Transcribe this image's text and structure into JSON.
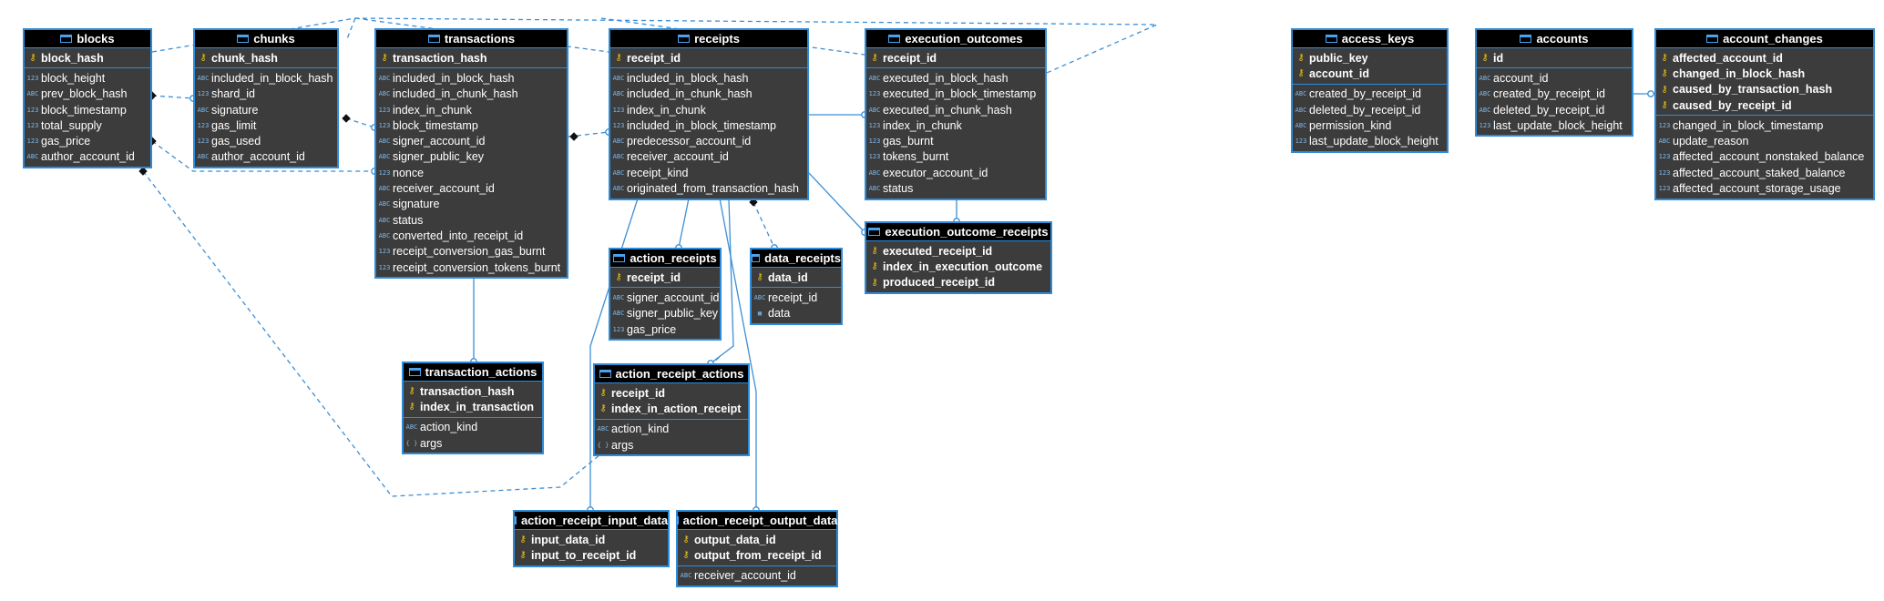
{
  "tables": [
    {
      "id": "blocks",
      "name": "blocks",
      "keys": [
        {
          "name": "block_hash",
          "type": "ABC"
        }
      ],
      "cols": [
        {
          "name": "block_height",
          "type": "123"
        },
        {
          "name": "prev_block_hash",
          "type": "ABC"
        },
        {
          "name": "block_timestamp",
          "type": "123"
        },
        {
          "name": "total_supply",
          "type": "123"
        },
        {
          "name": "gas_price",
          "type": "123"
        },
        {
          "name": "author_account_id",
          "type": "ABC"
        }
      ]
    },
    {
      "id": "chunks",
      "name": "chunks",
      "keys": [
        {
          "name": "chunk_hash",
          "type": "ABC"
        }
      ],
      "cols": [
        {
          "name": "included_in_block_hash",
          "type": "ABC"
        },
        {
          "name": "shard_id",
          "type": "123"
        },
        {
          "name": "signature",
          "type": "ABC"
        },
        {
          "name": "gas_limit",
          "type": "123"
        },
        {
          "name": "gas_used",
          "type": "123"
        },
        {
          "name": "author_account_id",
          "type": "ABC"
        }
      ]
    },
    {
      "id": "transactions",
      "name": "transactions",
      "keys": [
        {
          "name": "transaction_hash",
          "type": "ABC"
        }
      ],
      "cols": [
        {
          "name": "included_in_block_hash",
          "type": "ABC"
        },
        {
          "name": "included_in_chunk_hash",
          "type": "ABC"
        },
        {
          "name": "index_in_chunk",
          "type": "123"
        },
        {
          "name": "block_timestamp",
          "type": "123"
        },
        {
          "name": "signer_account_id",
          "type": "ABC"
        },
        {
          "name": "signer_public_key",
          "type": "ABC"
        },
        {
          "name": "nonce",
          "type": "123"
        },
        {
          "name": "receiver_account_id",
          "type": "ABC"
        },
        {
          "name": "signature",
          "type": "ABC"
        },
        {
          "name": "status",
          "type": "ABC"
        },
        {
          "name": "converted_into_receipt_id",
          "type": "ABC"
        },
        {
          "name": "receipt_conversion_gas_burnt",
          "type": "123"
        },
        {
          "name": "receipt_conversion_tokens_burnt",
          "type": "123"
        }
      ]
    },
    {
      "id": "receipts",
      "name": "receipts",
      "keys": [
        {
          "name": "receipt_id",
          "type": "ABC"
        }
      ],
      "cols": [
        {
          "name": "included_in_block_hash",
          "type": "ABC"
        },
        {
          "name": "included_in_chunk_hash",
          "type": "ABC"
        },
        {
          "name": "index_in_chunk",
          "type": "123"
        },
        {
          "name": "included_in_block_timestamp",
          "type": "123"
        },
        {
          "name": "predecessor_account_id",
          "type": "ABC"
        },
        {
          "name": "receiver_account_id",
          "type": "ABC"
        },
        {
          "name": "receipt_kind",
          "type": "ABC"
        },
        {
          "name": "originated_from_transaction_hash",
          "type": "ABC"
        }
      ]
    },
    {
      "id": "execution_outcomes",
      "name": "execution_outcomes",
      "keys": [
        {
          "name": "receipt_id",
          "type": "ABC"
        }
      ],
      "cols": [
        {
          "name": "executed_in_block_hash",
          "type": "ABC"
        },
        {
          "name": "executed_in_block_timestamp",
          "type": "123"
        },
        {
          "name": "executed_in_chunk_hash",
          "type": "ABC"
        },
        {
          "name": "index_in_chunk",
          "type": "123"
        },
        {
          "name": "gas_burnt",
          "type": "123"
        },
        {
          "name": "tokens_burnt",
          "type": "123"
        },
        {
          "name": "executor_account_id",
          "type": "ABC"
        },
        {
          "name": "status",
          "type": "ABC"
        }
      ]
    },
    {
      "id": "execution_outcome_receipts",
      "name": "execution_outcome_receipts",
      "keys": [
        {
          "name": "executed_receipt_id",
          "type": "ABC"
        },
        {
          "name": "index_in_execution_outcome",
          "type": "123"
        },
        {
          "name": "produced_receipt_id",
          "type": "ABC"
        }
      ],
      "cols": []
    },
    {
      "id": "action_receipts",
      "name": "action_receipts",
      "keys": [
        {
          "name": "receipt_id",
          "type": "ABC"
        }
      ],
      "cols": [
        {
          "name": "signer_account_id",
          "type": "ABC"
        },
        {
          "name": "signer_public_key",
          "type": "ABC"
        },
        {
          "name": "gas_price",
          "type": "123"
        }
      ]
    },
    {
      "id": "data_receipts",
      "name": "data_receipts",
      "keys": [
        {
          "name": "data_id",
          "type": "ABC"
        }
      ],
      "cols": [
        {
          "name": "receipt_id",
          "type": "ABC"
        },
        {
          "name": "data",
          "type": "BIN"
        }
      ]
    },
    {
      "id": "transaction_actions",
      "name": "transaction_actions",
      "keys": [
        {
          "name": "transaction_hash",
          "type": "ABC"
        },
        {
          "name": "index_in_transaction",
          "type": "123"
        }
      ],
      "cols": [
        {
          "name": "action_kind",
          "type": "ABC"
        },
        {
          "name": "args",
          "type": "JSON"
        }
      ]
    },
    {
      "id": "action_receipt_actions",
      "name": "action_receipt_actions",
      "keys": [
        {
          "name": "receipt_id",
          "type": "ABC"
        },
        {
          "name": "index_in_action_receipt",
          "type": "123"
        }
      ],
      "cols": [
        {
          "name": "action_kind",
          "type": "ABC"
        },
        {
          "name": "args",
          "type": "JSON"
        }
      ]
    },
    {
      "id": "action_receipt_input_data",
      "name": "action_receipt_input_data",
      "keys": [
        {
          "name": "input_data_id",
          "type": "ABC"
        },
        {
          "name": "input_to_receipt_id",
          "type": "ABC"
        }
      ],
      "cols": []
    },
    {
      "id": "action_receipt_output_data",
      "name": "action_receipt_output_data",
      "keys": [
        {
          "name": "output_data_id",
          "type": "ABC"
        },
        {
          "name": "output_from_receipt_id",
          "type": "ABC"
        }
      ],
      "cols": [
        {
          "name": "receiver_account_id",
          "type": "ABC"
        }
      ]
    },
    {
      "id": "access_keys",
      "name": "access_keys",
      "keys": [
        {
          "name": "public_key",
          "type": "ABC"
        },
        {
          "name": "account_id",
          "type": "ABC"
        }
      ],
      "cols": [
        {
          "name": "created_by_receipt_id",
          "type": "ABC"
        },
        {
          "name": "deleted_by_receipt_id",
          "type": "ABC"
        },
        {
          "name": "permission_kind",
          "type": "ABC"
        },
        {
          "name": "last_update_block_height",
          "type": "123"
        }
      ]
    },
    {
      "id": "accounts",
      "name": "accounts",
      "keys": [
        {
          "name": "id",
          "type": "123"
        }
      ],
      "cols": [
        {
          "name": "account_id",
          "type": "ABC"
        },
        {
          "name": "created_by_receipt_id",
          "type": "ABC"
        },
        {
          "name": "deleted_by_receipt_id",
          "type": "ABC"
        },
        {
          "name": "last_update_block_height",
          "type": "123"
        }
      ]
    },
    {
      "id": "account_changes",
      "name": "account_changes",
      "keys": [
        {
          "name": "affected_account_id",
          "type": "ABC"
        },
        {
          "name": "changed_in_block_hash",
          "type": "ABC"
        },
        {
          "name": "caused_by_transaction_hash",
          "type": "ABC"
        },
        {
          "name": "caused_by_receipt_id",
          "type": "ABC"
        }
      ],
      "cols": [
        {
          "name": "changed_in_block_timestamp",
          "type": "123"
        },
        {
          "name": "update_reason",
          "type": "ABC"
        },
        {
          "name": "affected_account_nonstaked_balance",
          "type": "123"
        },
        {
          "name": "affected_account_staked_balance",
          "type": "123"
        },
        {
          "name": "affected_account_storage_usage",
          "type": "123"
        }
      ]
    }
  ],
  "colors": {
    "table_bg": "#3c3c3c",
    "header_bg": "#000000",
    "border": "#2e8bd8",
    "link": "#3b8fd6"
  }
}
